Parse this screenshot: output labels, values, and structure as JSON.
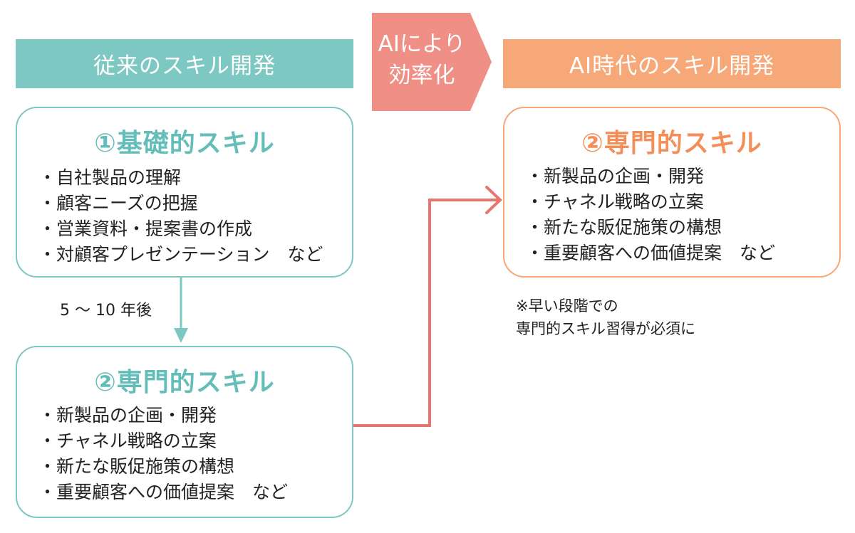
{
  "colors": {
    "teal": "#7ec8c3",
    "orange": "#f7a878",
    "salmon": "#ef8f86",
    "connector_red": "#e8766f",
    "teal_text": "#63bdb8",
    "orange_text": "#f38e58"
  },
  "header_left": "従来のスキル開発",
  "header_right": "AI時代のスキル開発",
  "center_arrow": {
    "line1": "AIにより",
    "line2": "効率化"
  },
  "card_basic": {
    "title": "①基礎的スキル",
    "items": [
      "自社製品の理解",
      "顧客ニーズの把握",
      "営業資料・提案書の作成",
      "対顧客プレゼンテーション　など"
    ]
  },
  "card_specialized_left": {
    "title": "②専門的スキル",
    "items": [
      "新製品の企画・開発",
      "チャネル戦略の立案",
      "新たな販促施策の構想",
      "重要顧客への価値提案　など"
    ]
  },
  "card_specialized_right": {
    "title": "②専門的スキル",
    "items": [
      "新製品の企画・開発",
      "チャネル戦略の立案",
      "新たな販促施策の構想",
      "重要顧客への価値提案　など"
    ]
  },
  "duration_label": "5 ～ 10 年後",
  "note": {
    "line1": "※早い段階での",
    "line2": "専門的スキル習得が必須に"
  }
}
